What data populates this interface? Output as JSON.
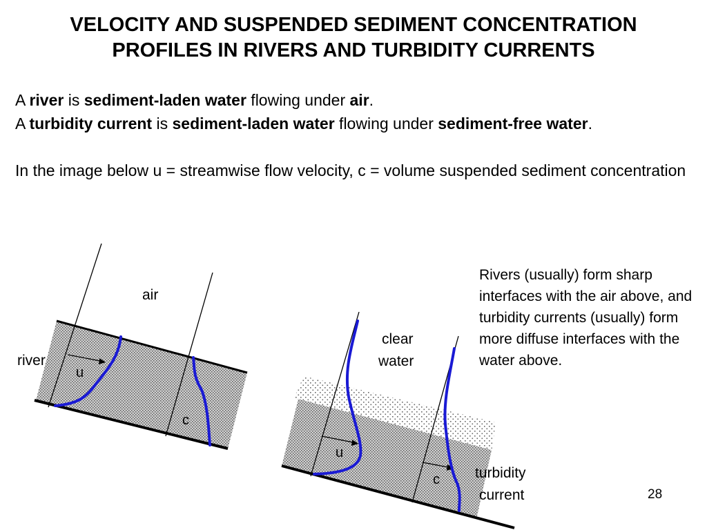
{
  "title": {
    "line1": "VELOCITY AND SUSPENDED SEDIMENT CONCENTRATION",
    "line2": "PROFILES IN RIVERS AND TURBIDITY CURRENTS"
  },
  "intro": {
    "line1": {
      "a": "A ",
      "river": "river",
      "is": " is ",
      "laden": "sediment-laden water",
      "flowing": " flowing under ",
      "air": "air",
      "end": "."
    },
    "line2": {
      "a": "A ",
      "tc": "turbidity current",
      "is": " is ",
      "laden": "sediment-laden water",
      "flowing": " flowing under ",
      "free": "sediment-free water",
      "end": "."
    },
    "line3": "In the image below u = streamwise flow velocity, c = volume suspended sediment concentration"
  },
  "note": "Rivers (usually) form sharp interfaces with the air above, and turbidity currents (usually) form more diffuse interfaces with the water above.",
  "diagram": {
    "air": "air",
    "river": "river",
    "u": "u",
    "c": "c",
    "clear_water_1": "clear",
    "clear_water_2": "water",
    "turbidity_1": "turbidity",
    "turbidity_2": "current"
  },
  "page_number": "28",
  "colors": {
    "profile": "#1a1ad4",
    "sediment": "#bdbdbd"
  }
}
